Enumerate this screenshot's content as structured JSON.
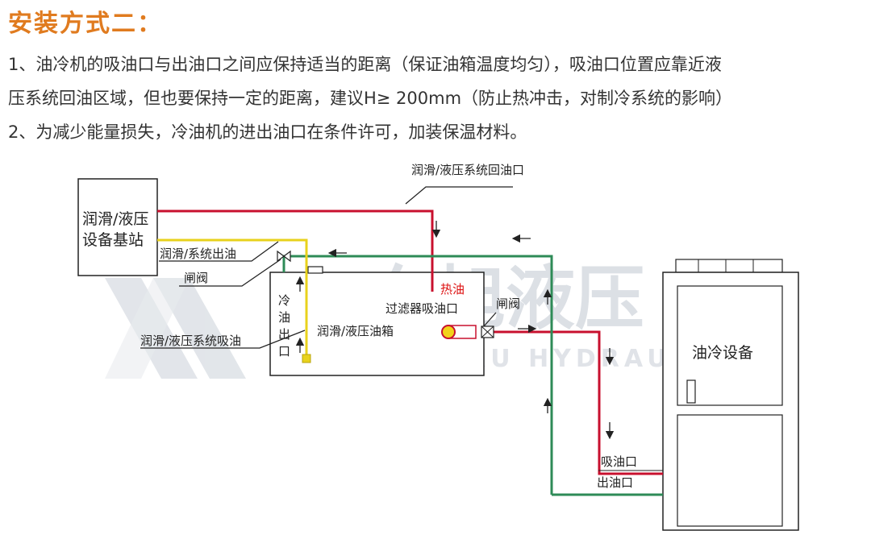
{
  "header": {
    "title": "安装方式二：",
    "lines": [
      "1、油冷机的吸油口与出油口之间应保持适当的距离（保证油箱温度均匀），吸油口位置应靠近液",
      "压系统回油区域，但也要保持一定的距离，建议H≥ 200mm（防止热冲击，对制冷系统的影响）",
      "2、为减少能量损失，冷油机的进出油口在条件许可，加装保温材料。"
    ]
  },
  "diagram": {
    "station_line1": "润滑/液压",
    "station_line2": "设备基站",
    "return_port_label": "润滑/液压系统回油口",
    "system_outlet_label": "润滑/系统出油",
    "valve_label_left": "闸阀",
    "suction_label": "润滑/液压系统吸油",
    "cold_oil_chars": [
      "冷",
      "油",
      "出",
      "口"
    ],
    "tank_label": "润滑/液压油箱",
    "hot_oil_label": "热油",
    "filter_label": "过滤器吸油口",
    "valve_label_right": "闸阀",
    "cooler_label": "油冷设备",
    "inlet_label": "吸油口",
    "outlet_label": "出油口",
    "watermark_cn": "东旭液压",
    "watermark_en": "DONGXU HYDRAULICS"
  },
  "colors": {
    "title": "#e07b1f",
    "hot_line": "#c8102e",
    "cold_line": "#2e8b57",
    "yellow_line": "#e8d21c",
    "outline": "#222222",
    "watermark": "#d9dde3"
  },
  "icons": [
    "gate-valve-icon",
    "filter-icon",
    "flow-arrow-icon"
  ]
}
